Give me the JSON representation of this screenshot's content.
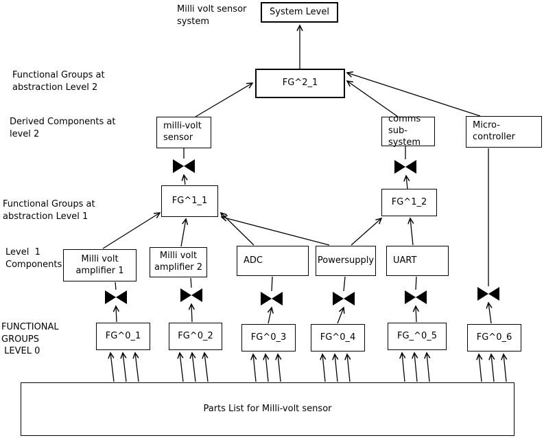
{
  "diagram": {
    "top_label": "Milli volt sensor\nsystem",
    "side_labels": {
      "level2_groups": "Functional Groups at\nabstraction Level 2",
      "level2_derived": "Derived Components at\nlevel 2",
      "level1_groups": "Functional Groups at\nabstraction Level 1",
      "level1_components": "Level  1\nComponents",
      "level0_groups": "FUNCTIONAL\nGROUPS\n LEVEL 0"
    },
    "nodes": {
      "system_level": "System Level",
      "fg2_1": "FG^2_1",
      "millivolt_sensor": "milli-volt\nsensor",
      "comms_subsystem": "comms\nsub-system",
      "micro_controller": "Micro-\ncontroller",
      "fg1_1": "FG^1_1",
      "fg1_2": "FG^1_2",
      "amp1": "Milli volt\namplifier 1",
      "amp2": "Milli volt\namplifier 2",
      "adc": "ADC",
      "powersupply": "Powersupply",
      "uart": "UART",
      "fg0_1": "FG^0_1",
      "fg0_2": "FG^0_2",
      "fg0_3": "FG^0_3",
      "fg0_4": "FG^0_4",
      "fg0_5": "FG_^0_5",
      "fg0_6": "FG^0_6",
      "parts_list": "Parts List for Milli-volt sensor"
    },
    "colors": {
      "line": "#000000",
      "background": "#ffffff"
    }
  }
}
